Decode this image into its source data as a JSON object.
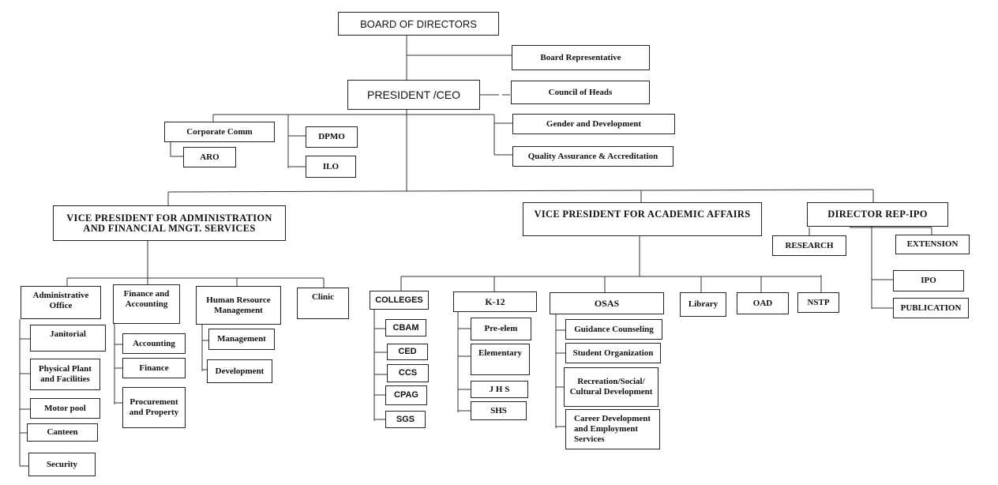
{
  "board": "BOARD OF DIRECTORS",
  "board_rep": "Board Representative",
  "president": "PRESIDENT /CEO",
  "council": "Council of Heads",
  "corp_comm": "Corporate Comm",
  "aro": "ARO",
  "dpmo": "DPMO",
  "ilo": "ILO",
  "gad": "Gender and Development",
  "qaa": "Quality Assurance  & Accreditation",
  "vp_admin": "VICE  PRESIDENT FOR ADMINISTRATION AND FINANCIAL  MNGT.  SERVICES",
  "vp_acad": "VICE  PRESIDENT FOR ACADEMIC AFFAIRS",
  "director_rep": "DIRECTOR REP-IPO",
  "research": "RESEARCH",
  "extension": "EXTENSION",
  "ipo": "IPO",
  "publication": "PUBLICATION",
  "admin_office": "Administrative Office",
  "janitorial": "Janitorial",
  "physical_plant": "Physical Plant and Facilities",
  "motor_pool": "Motor pool",
  "canteen": "Canteen",
  "security": "Security",
  "finance_acct": "Finance and Accounting",
  "accounting": "Accounting",
  "finance": "Finance",
  "procurement": "Procurement and Property",
  "hrm": "Human Resource Management",
  "management": "Management",
  "development": "Development",
  "clinic": "Clinic",
  "colleges": "COLLEGES",
  "cbam": "CBAM",
  "ced": "CED",
  "ccs": "CCS",
  "cpag": "CPAG",
  "sgs": "SGS",
  "k12": "K-12",
  "pre_elem": "Pre-elem",
  "elementary": "Elementary",
  "jhs": "J H S",
  "shs": "SHS",
  "osas": "OSAS",
  "guidance": "Guidance Counseling",
  "student_org": "Student Organization",
  "recreation": "Recreation/Social/ Cultural Development",
  "career": "Career Development and Employment Services",
  "library": "Library",
  "oad": "OAD",
  "nstp": "NSTP"
}
